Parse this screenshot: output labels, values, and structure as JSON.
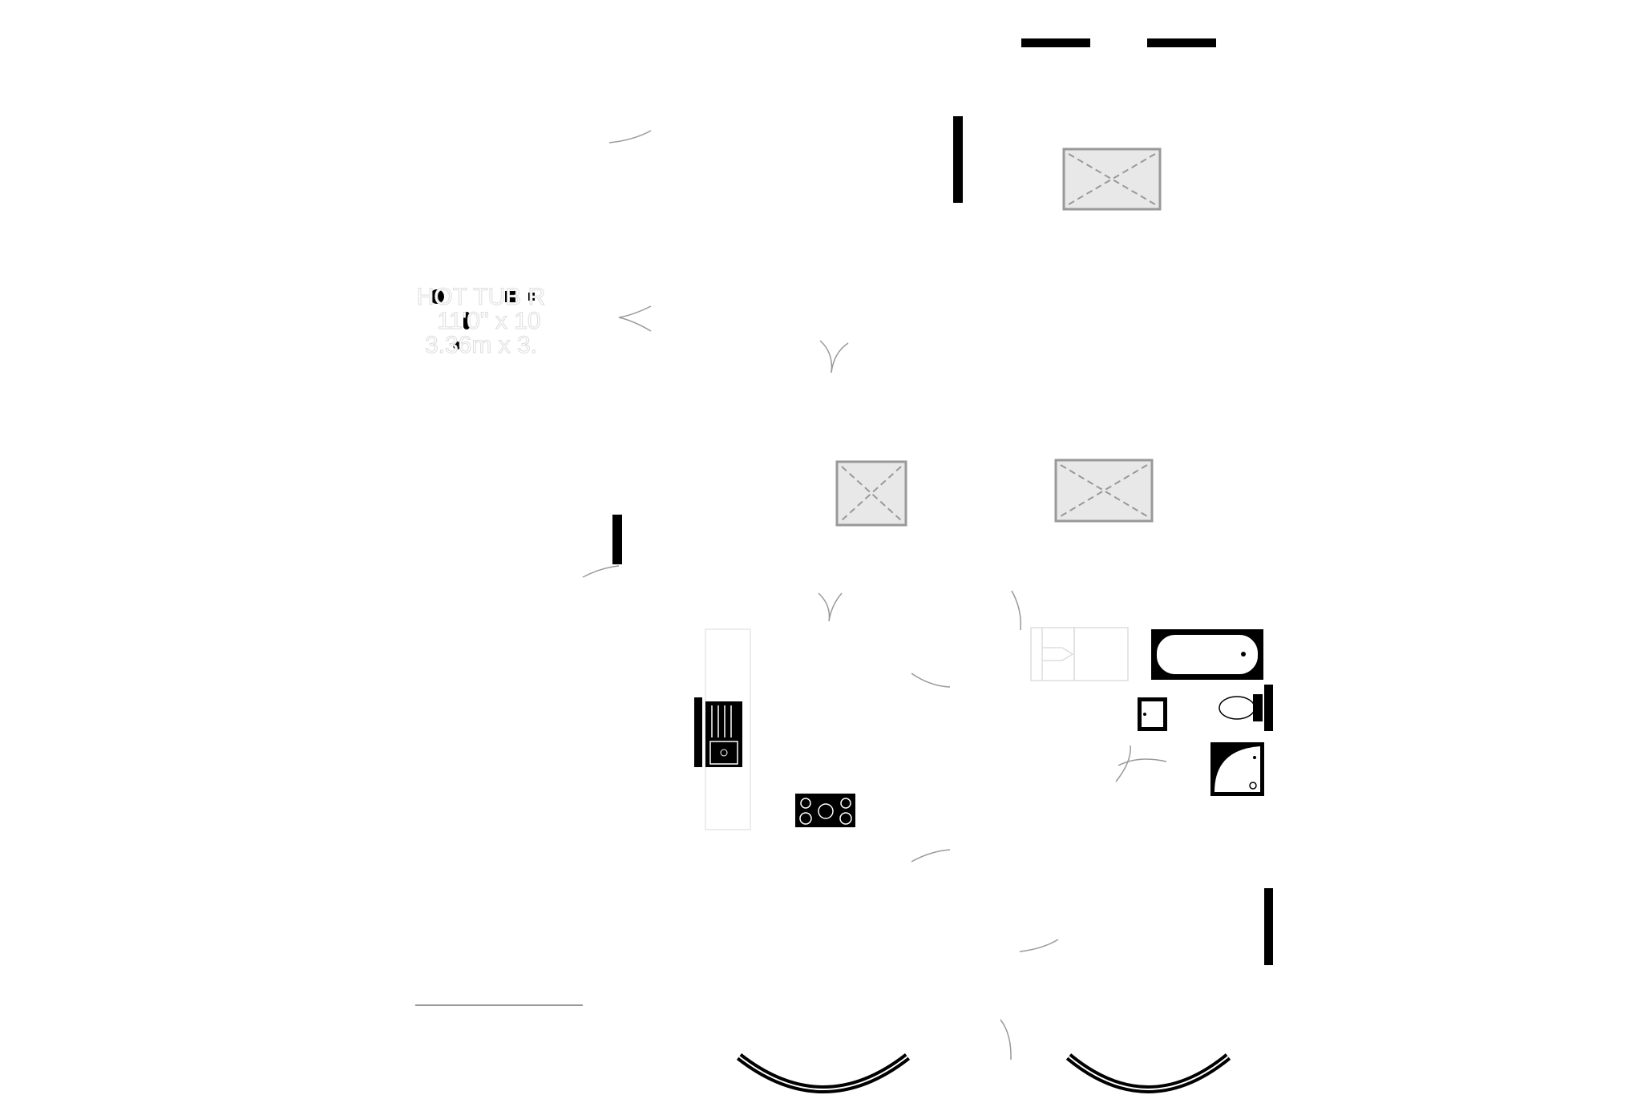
{
  "room_label": {
    "name": "HOT TUB R",
    "imperial": "11'0\"  x 10",
    "metric": "3.36m  x 3."
  },
  "colors": {
    "wall": "#000000",
    "fixture_fill": "#e8e8e8",
    "door_arc": "#999999"
  }
}
